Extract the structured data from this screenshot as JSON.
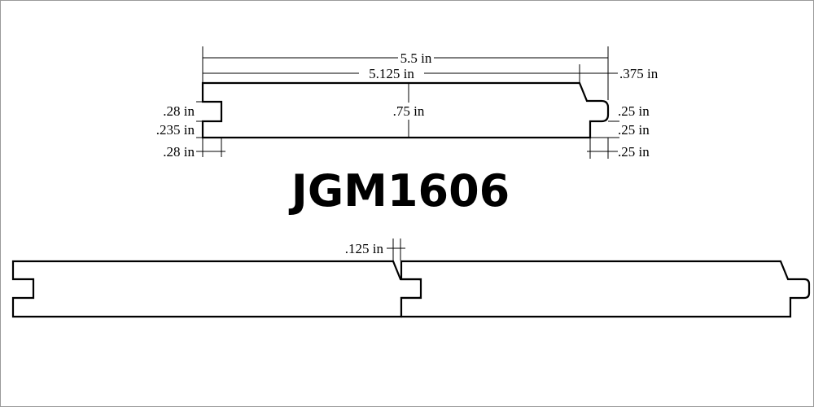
{
  "title": "JGM1606",
  "dimensions": {
    "overall_width": "5.5 in",
    "face_width": "5.125 in",
    "tongue_length": ".375 in",
    "thickness": ".75 in",
    "groove_depth_top": ".28 in",
    "groove_height": ".235 in",
    "groove_depth_bottom": ".28 in",
    "tongue_offset_top": ".25 in",
    "tongue_height": ".25 in",
    "tongue_offset_bottom": ".25 in",
    "joint_gap": ".125 in"
  },
  "colors": {
    "line": "#000000",
    "background": "#ffffff",
    "frame": "#9a9a9a"
  }
}
